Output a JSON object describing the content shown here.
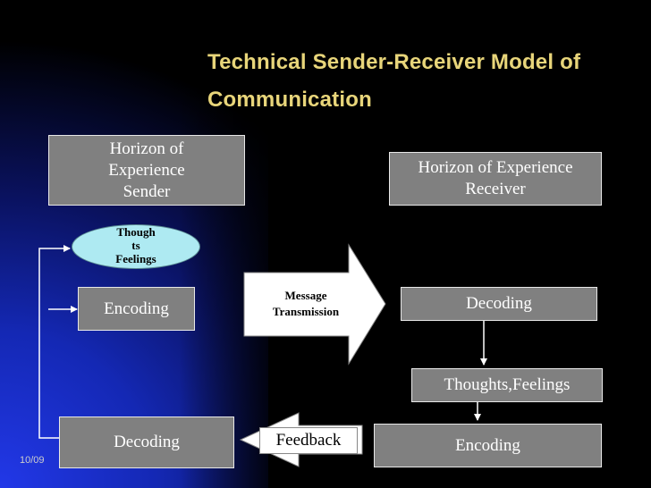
{
  "title": {
    "line1": "Technical  Sender-Receiver Model of",
    "line2": "Communication"
  },
  "sender_horizon": "Horizon of\nExperience\nSender",
  "receiver_horizon": "Horizon of Experience\nReceiver",
  "thoughts_oval": "Though\nts\nFeelings",
  "sender_encoding": "Encoding",
  "message_arrow": "Message\nTransmission",
  "receiver_decoding": "Decoding",
  "receiver_thoughts": "Thoughts,Feelings",
  "receiver_encoding": "Encoding",
  "feedback_label": "Feedback",
  "sender_decoding": "Decoding",
  "footer_date": "10/09",
  "colors": {
    "title": "#e8d57a",
    "box_fill": "#808080",
    "oval_fill": "#aeeaf2",
    "background_blue": "#1428c8"
  }
}
